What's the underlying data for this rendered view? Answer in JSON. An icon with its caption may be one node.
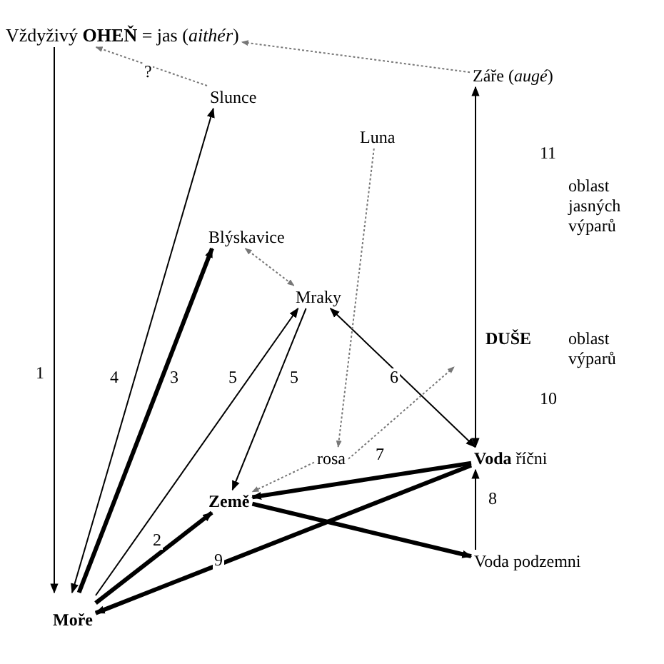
{
  "diagram": {
    "nodes": [
      {
        "text": [
          "Vždyživý **OHEŇ** = jas (*aithér*)"
        ]
      },
      {
        "text": [
          "Slunce"
        ]
      },
      {
        "text": [
          "Záře (*augé*)"
        ]
      },
      {
        "text": [
          "Luna"
        ]
      },
      {
        "text": [
          "Blýskavice"
        ]
      },
      {
        "text": [
          "Mraky"
        ]
      },
      {
        "text": [
          "rosa"
        ]
      },
      {
        "text": [
          "**Voda** říčni"
        ]
      },
      {
        "text": [
          "Země"
        ]
      },
      {
        "text": [
          "Voda podzemni"
        ]
      },
      {
        "text": [
          "Moře"
        ]
      }
    ],
    "edges": [
      {
        "from": 0,
        "to": 10,
        "arrow": "to",
        "label": "1"
      },
      {
        "from": 1,
        "to": 0,
        "arrow": "to",
        "label": "?",
        "style": "dashed",
        "color": "#777777"
      },
      {
        "from": 2,
        "to": 0,
        "arrow": "to",
        "style": "dashed",
        "color": "#777777"
      },
      {
        "from": 10,
        "to": 1,
        "arrow": "both",
        "label": "4"
      },
      {
        "from": 10,
        "to": 4,
        "arrow": "to",
        "label": "3",
        "style": "thick"
      },
      {
        "from": 10,
        "to": 5,
        "arrow": "to",
        "label": "5"
      },
      {
        "from": 5,
        "to": 8,
        "arrow": "to",
        "label": "5"
      },
      {
        "from": 4,
        "to": 5,
        "arrow": "both",
        "style": "dashed",
        "color": "#777777"
      },
      {
        "from": 7,
        "to": 5,
        "arrow": "both",
        "label": "6"
      },
      {
        "from": 3,
        "to": 6,
        "arrow": "to",
        "style": "dashed",
        "color": "#777777"
      },
      {
        "from": 6,
        "to": 8,
        "arrow": "to",
        "style": "dashed",
        "color": "#777777"
      },
      {
        "from": 6,
        "to": null,
        "arrow": "to",
        "style": "dashed",
        "color": "#777777"
      },
      {
        "from": 7,
        "to": 8,
        "arrow": "to",
        "label": "7",
        "style": "thick"
      },
      {
        "from": 7,
        "to": 10,
        "arrow": "to",
        "label": "9",
        "style": "thick"
      },
      {
        "from": 8,
        "to": 9,
        "arrow": "to",
        "style": "thick"
      },
      {
        "from": 9,
        "to": 7,
        "arrow": "to",
        "label": "8"
      },
      {
        "from": 10,
        "to": 8,
        "arrow": "to",
        "label": "2",
        "style": "thick"
      },
      {
        "from": 7,
        "to": 2,
        "arrow": "both"
      }
    ],
    "labels": [
      "11",
      "oblast jasných výparů",
      "DUŠE",
      "oblast výparů",
      "10"
    ]
  }
}
